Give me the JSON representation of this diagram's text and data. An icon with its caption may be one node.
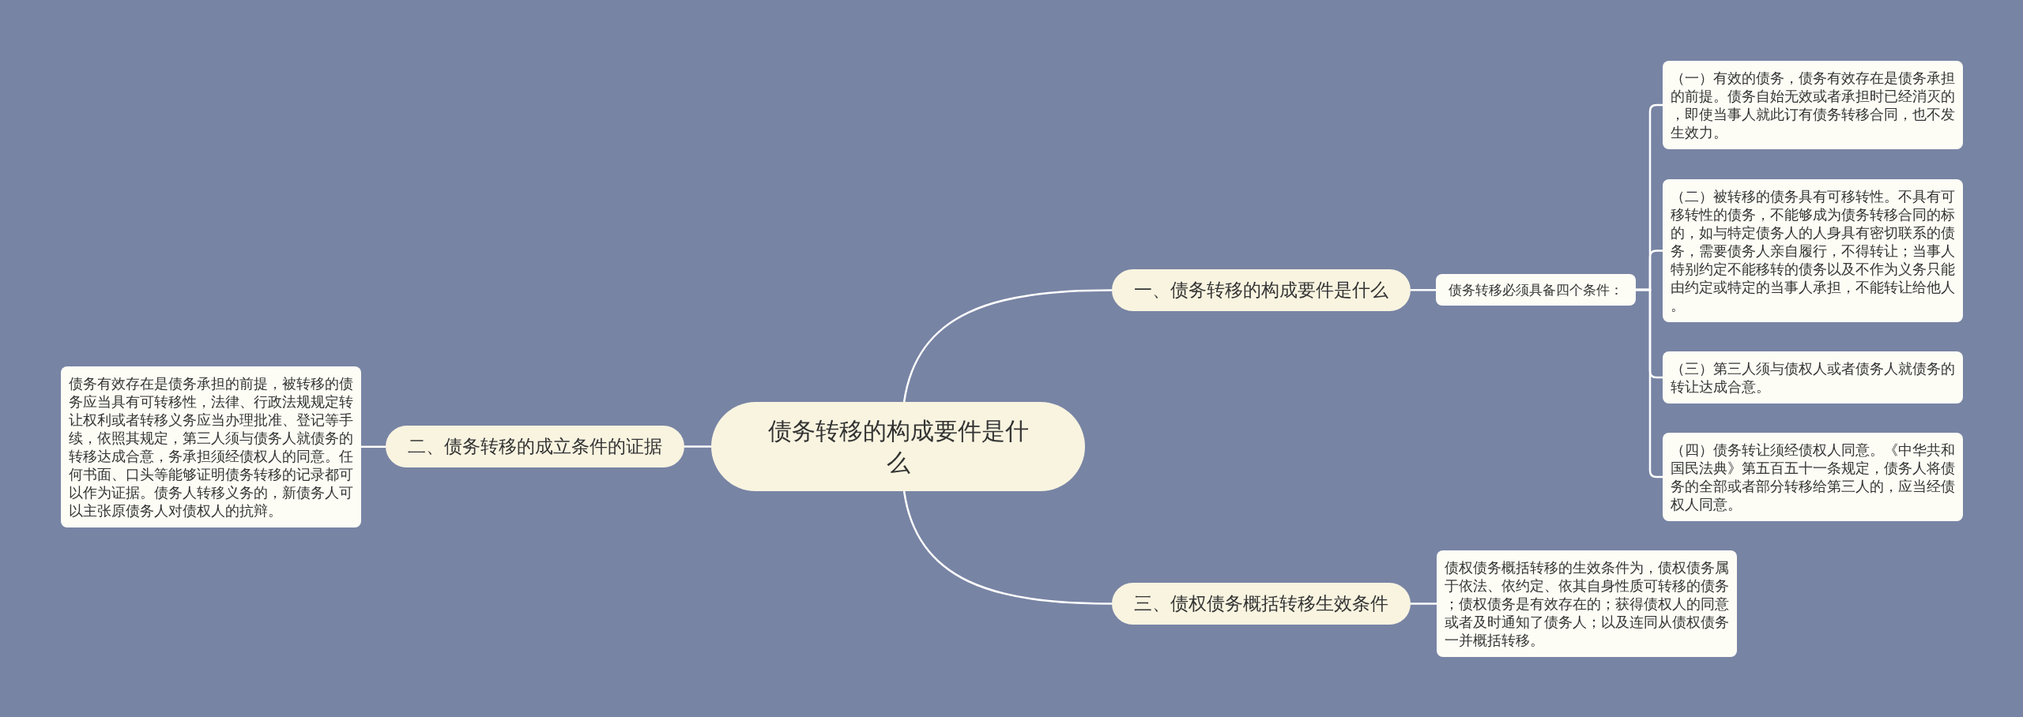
{
  "diagram": {
    "nodes": [
      {
        "text": [
          "债务转移的构成要件是什么"
        ]
      },
      {
        "text": [
          "一、债务转移的构成要件是什么"
        ]
      },
      {
        "text": [
          "债务转移必须具备四个条件："
        ]
      },
      {
        "text": [
          "（一）有效的债务，债务有效存在是债务承担的前提。债务自始无效或者承担时已经消灭的，即使当事人就此订有债务转移合同，也不发生效力。"
        ]
      },
      {
        "text": [
          "（二）被转移的债务具有可移转性。不具有可移转性的债务，不能够成为债务转移合同的标的，如与特定债务人的人身具有密切联系的债务，需要债务人亲自履行，不得转让；当事人特别约定不能移转的债务以及不作为义务只能由约定或特定的当事人承担，不能转让给他人。"
        ]
      },
      {
        "text": [
          "（三）第三人须与债权人或者债务人就债务的转让达成合意。"
        ]
      },
      {
        "text": [
          "（四）债务转让须经债权人同意。《中华共和国民法典》第五百五十一条规定，债务人将债务的全部或者部分转移给第三人的，应当经债权人同意。"
        ]
      },
      {
        "text": [
          "二、债务转移的成立条件的证据"
        ]
      },
      {
        "text": [
          "债务有效存在是债务承担的前提，被转移的债务应当具有可转移性，法律、行政法规规定转让权利或者转移义务应当办理批准、登记等手续，依照其规定，第三人须与债务人就债务的转移达成合意，务承担须经债权人的同意。任何书面、口头等能够证明债务转移的记录都可以作为证据。债务人转移义务的，新债务人可以主张原债务人对债权人的抗辩。"
        ]
      },
      {
        "text": [
          "三、债权债务概括转移生效条件"
        ]
      },
      {
        "text": [
          "债权债务概括转移的生效条件为，债权债务属于依法、依约定、依其自身性质可转移的债务；债权债务是有效存在的；获得债权人的同意或者及时通知了债务人；以及连同从债权债务一并概括转移。"
        ]
      }
    ],
    "edges": [
      {
        "from": 0,
        "to": 1,
        "arrow": "none"
      },
      {
        "from": 1,
        "to": 2,
        "arrow": "none"
      },
      {
        "from": 2,
        "to": 3,
        "arrow": "none"
      },
      {
        "from": 2,
        "to": 4,
        "arrow": "none"
      },
      {
        "from": 2,
        "to": 5,
        "arrow": "none"
      },
      {
        "from": 2,
        "to": 6,
        "arrow": "none"
      },
      {
        "from": 0,
        "to": 7,
        "arrow": "none"
      },
      {
        "from": 7,
        "to": 8,
        "arrow": "none"
      },
      {
        "from": 0,
        "to": 9,
        "arrow": "none"
      },
      {
        "from": 9,
        "to": 10,
        "arrow": "none"
      }
    ]
  }
}
